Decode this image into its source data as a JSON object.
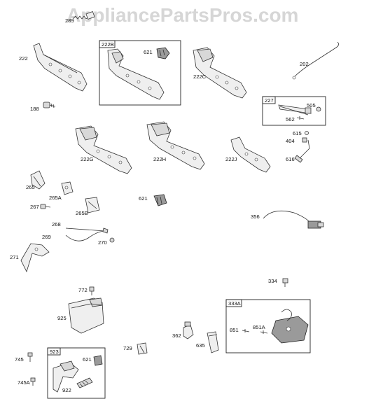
{
  "watermark": {
    "text": "AppliancePartsPros.com",
    "color": "#d6d6d6"
  },
  "callouts": {
    "p188": "188",
    "p202": "202",
    "p222": "222",
    "p222B": "222B",
    "p222C": "222C",
    "p222G": "222G",
    "p222H": "222H",
    "p222J": "222J",
    "p227": "227",
    "p265": "265",
    "p265A": "265A",
    "p265B": "265B",
    "p267": "267",
    "p268": "268",
    "p269": "269",
    "p270": "270",
    "p271": "271",
    "p289": "289",
    "p334": "334",
    "p333A": "333A",
    "p356": "356",
    "p362": "362",
    "p404": "404",
    "p505": "505",
    "p562": "562",
    "p615": "615",
    "p616": "616",
    "p621a": "621",
    "p621b": "621",
    "p621c": "621",
    "p635": "635",
    "p729": "729",
    "p745": "745",
    "p745A": "745A",
    "p772": "772",
    "p851": "851",
    "p851A": "851A",
    "p922": "922",
    "p923": "923",
    "p925": "925"
  },
  "colors": {
    "part_fill": "#d8d8d8",
    "part_stroke": "#333333",
    "label": "#111111"
  }
}
